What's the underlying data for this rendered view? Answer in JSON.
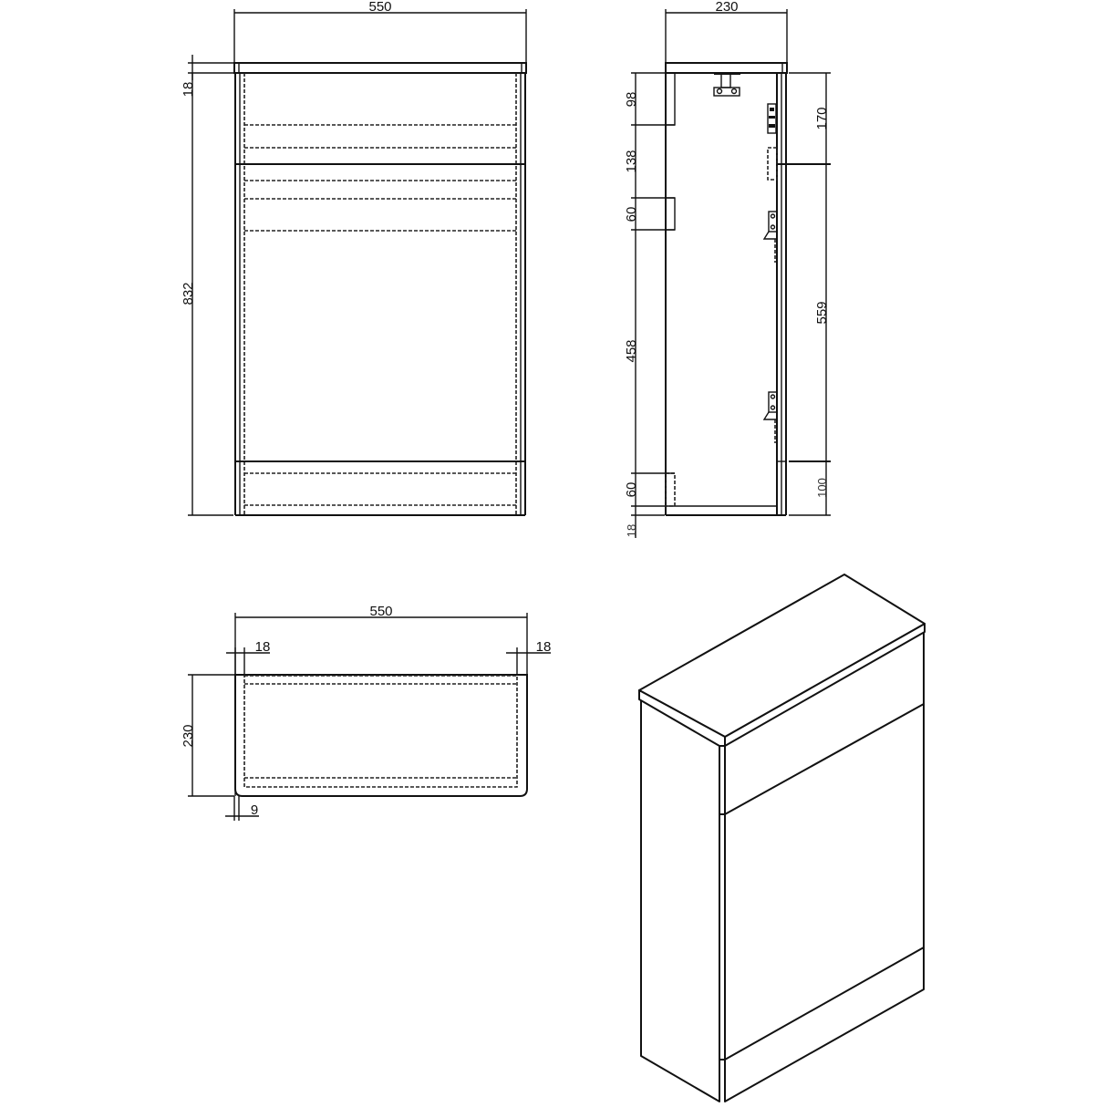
{
  "front_view": {
    "width_label": "550",
    "top_thickness_label": "18",
    "height_label": "832"
  },
  "side_view": {
    "depth_label": "230",
    "left_dims": [
      "98",
      "138",
      "60",
      "458",
      "60",
      "18"
    ],
    "right_dims": [
      "170",
      "559",
      "100"
    ]
  },
  "plan_view": {
    "width_label": "550",
    "left_panel_label": "18",
    "right_panel_label": "18",
    "depth_label": "230",
    "front_offset_label": "9"
  },
  "isometric_view": {
    "label": ""
  },
  "colors": {
    "line": "#111111",
    "background": "#ffffff"
  }
}
